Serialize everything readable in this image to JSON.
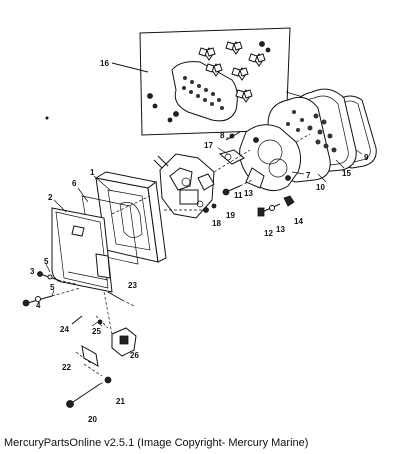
{
  "diagram": {
    "callouts": [
      "1",
      "2",
      "3",
      "4",
      "5",
      "5",
      "6",
      "7",
      "8",
      "9",
      "10",
      "11",
      "12",
      "13",
      "13",
      "14",
      "15",
      "16",
      "17",
      "18",
      "19",
      "20",
      "21",
      "22",
      "23",
      "24",
      "25",
      "26"
    ]
  },
  "caption": "MercuryPartsOnline v2.5.1 (Image Copyright- Mercury Marine)"
}
